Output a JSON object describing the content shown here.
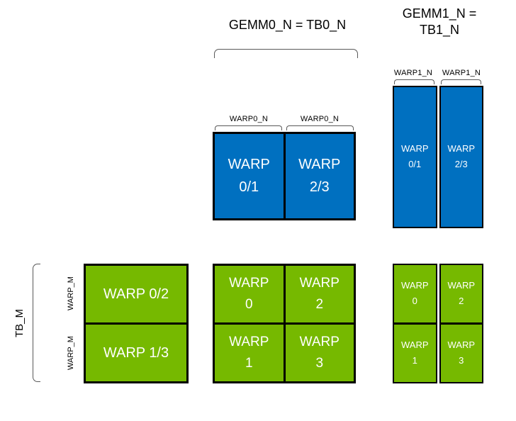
{
  "colors": {
    "blue": "#0070C0",
    "green": "#76B900",
    "bracket": "#595959"
  },
  "header": {
    "gemm0_label": "GEMM0_N = TB0_N",
    "gemm1_label_line1": "GEMM1_N =",
    "gemm1_label_line2": "TB1_N"
  },
  "top_center": {
    "col_labels": [
      "WARP0_N",
      "WARP0_N"
    ],
    "cells": [
      {
        "l1": "WARP",
        "l2": "0/1"
      },
      {
        "l1": "WARP",
        "l2": "2/3"
      }
    ]
  },
  "top_right": {
    "col_labels": [
      "WARP1_N",
      "WARP1_N"
    ],
    "cells": [
      {
        "l1": "WARP",
        "l2": "0/1"
      },
      {
        "l1": "WARP",
        "l2": "2/3"
      }
    ]
  },
  "left_axis": {
    "tb_label": "TB_M",
    "row_labels": [
      "WARP_M",
      "WARP_M"
    ]
  },
  "bottom_left": {
    "rows": [
      "WARP 0/2",
      "WARP 1/3"
    ]
  },
  "bottom_center": {
    "cells": [
      {
        "l1": "WARP",
        "l2": "0"
      },
      {
        "l1": "WARP",
        "l2": "2"
      },
      {
        "l1": "WARP",
        "l2": "1"
      },
      {
        "l1": "WARP",
        "l2": "3"
      }
    ]
  },
  "bottom_right": {
    "cells": [
      {
        "l1": "WARP",
        "l2": "0"
      },
      {
        "l1": "WARP",
        "l2": "2"
      },
      {
        "l1": "WARP",
        "l2": "1"
      },
      {
        "l1": "WARP",
        "l2": "3"
      }
    ]
  }
}
